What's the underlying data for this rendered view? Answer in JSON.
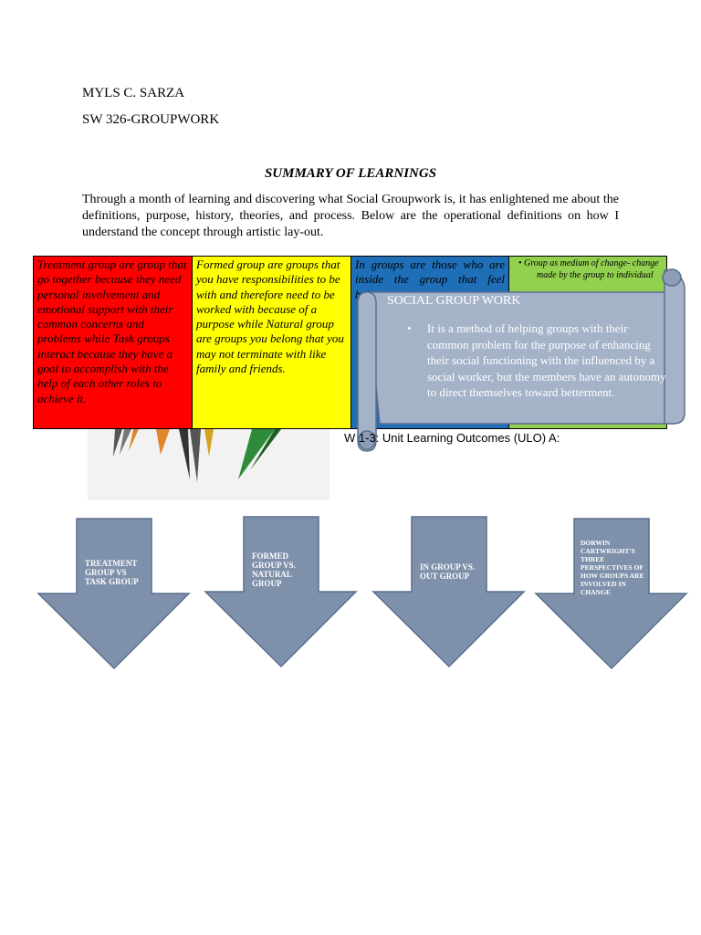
{
  "header": {
    "name": "MYLS C. SARZA",
    "course": "SW 326-GROUPWORK"
  },
  "title": "SUMMARY OF LEARNINGS",
  "intro": "Through a month of learning and discovering what Social Groupwork is, it has enlightened me about the definitions, purpose, history, theories, and process. Below are the operational definitions on how I understand the concept through artistic lay-out.",
  "boxes": {
    "treatment": "Treatment group are group that go together because they need personal involvement and emotional support with their common concerns and problems while Task groups interact because they have a goal to accomplish with the help of each other roles to achieve it.",
    "formed": "Formed group are groups that you have responsibilities to be with and therefore need to be worked with because of a purpose while Natural group are groups you belong that you may not terminate with like family and friends.",
    "ingroup": "In groups are those who are inside the group that feel belong...",
    "medium": "Group as medium of change- change made by the group to individual"
  },
  "scroll": {
    "title": "SOCIAL GROUP WORK",
    "body": "It is a method of helping groups with their common problem for the purpose of enhancing their social functioning with the influenced by a social worker, but the members have an autonomy to direct themselves toward betterment."
  },
  "ulo": "W   1-3: Unit Learning Outcomes (ULO) A:",
  "arrows": [
    "TREATMENT GROUP VS TASK GROUP",
    "FORMED GROUP VS. NATURAL GROUP",
    "IN GROUP VS. OUT GROUP",
    "DORWIN CARTWRIGHT'S THREE PERSPECTIVES OF HOW GROUPS ARE INVOLVED IN CHANGE"
  ],
  "colors": {
    "red": "#ff0000",
    "yellow": "#ffff00",
    "blue": "#1f6fb8",
    "green": "#92d050",
    "scroll": "#a5b3c9",
    "arrow": "#7f90ab"
  }
}
